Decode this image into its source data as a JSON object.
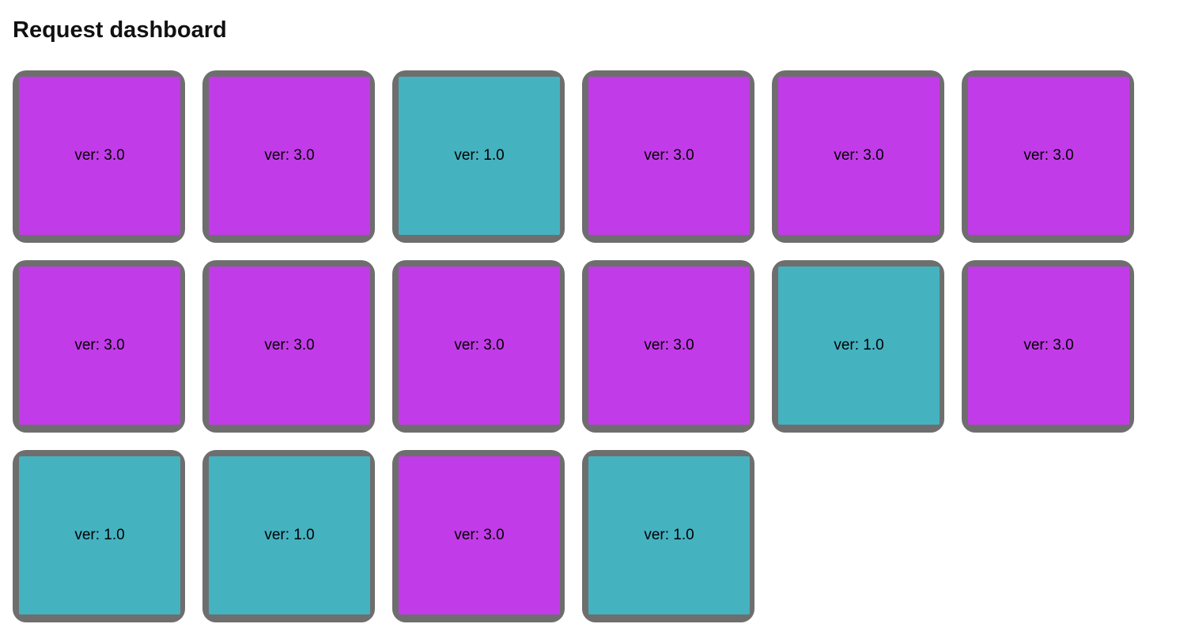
{
  "page": {
    "title": "Request dashboard"
  },
  "colors": {
    "frame_gray": "#6e6e6e",
    "purple": "#c23be8",
    "teal": "#45b2c0",
    "label_text": "#000000",
    "background": "#ffffff",
    "title_text": "#111111"
  },
  "grid": {
    "columns": 6,
    "tile_count": 16
  },
  "tiles": [
    {
      "label": "ver: 3.0",
      "version": "3.0",
      "color": "purple"
    },
    {
      "label": "ver: 3.0",
      "version": "3.0",
      "color": "purple"
    },
    {
      "label": "ver: 1.0",
      "version": "1.0",
      "color": "teal"
    },
    {
      "label": "ver: 3.0",
      "version": "3.0",
      "color": "purple"
    },
    {
      "label": "ver: 3.0",
      "version": "3.0",
      "color": "purple"
    },
    {
      "label": "ver: 3.0",
      "version": "3.0",
      "color": "purple"
    },
    {
      "label": "ver: 3.0",
      "version": "3.0",
      "color": "purple"
    },
    {
      "label": "ver: 3.0",
      "version": "3.0",
      "color": "purple"
    },
    {
      "label": "ver: 3.0",
      "version": "3.0",
      "color": "purple"
    },
    {
      "label": "ver: 3.0",
      "version": "3.0",
      "color": "purple"
    },
    {
      "label": "ver: 1.0",
      "version": "1.0",
      "color": "teal"
    },
    {
      "label": "ver: 3.0",
      "version": "3.0",
      "color": "purple"
    },
    {
      "label": "ver: 1.0",
      "version": "1.0",
      "color": "teal"
    },
    {
      "label": "ver: 1.0",
      "version": "1.0",
      "color": "teal"
    },
    {
      "label": "ver: 3.0",
      "version": "3.0",
      "color": "purple"
    },
    {
      "label": "ver: 1.0",
      "version": "1.0",
      "color": "teal"
    }
  ]
}
